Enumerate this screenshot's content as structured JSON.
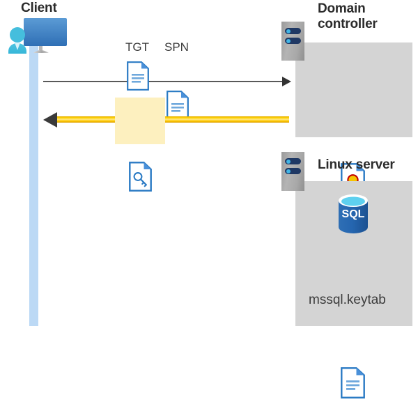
{
  "diagram": {
    "title_client": "Client",
    "title_domain_controller": "Domain\ncontroller",
    "title_domain_controller_line1": "Domain",
    "title_domain_controller_line2": "controller",
    "title_linux_server": "Linux server"
  },
  "messages": {
    "tgt_label": "TGT",
    "spn_label": "SPN",
    "request_arrow_name": "request-arrow",
    "response_arrow_name": "response-arrow"
  },
  "domain_controller": {
    "certificate_icon_name": "certificate-document-icon"
  },
  "linux_server": {
    "database_label": "SQL",
    "keytab_filename": "mssql.keytab"
  },
  "colors": {
    "panel_gray": "#d4d4d4",
    "highlight_yellow": "#fdf0bf",
    "arrow_yellow": "#ffd200",
    "doc_blue": "#2a7ac4",
    "doc_line_blue": "#6fa8dc",
    "lifeline_blue": "#bcd9f5",
    "server_navy": "#1f3864",
    "led_cyan": "#41b6e6",
    "cert_gold": "#f5c400",
    "cert_red": "#c00000",
    "sql_blue": "#2566b0",
    "text_dark": "#2b2b2b"
  }
}
